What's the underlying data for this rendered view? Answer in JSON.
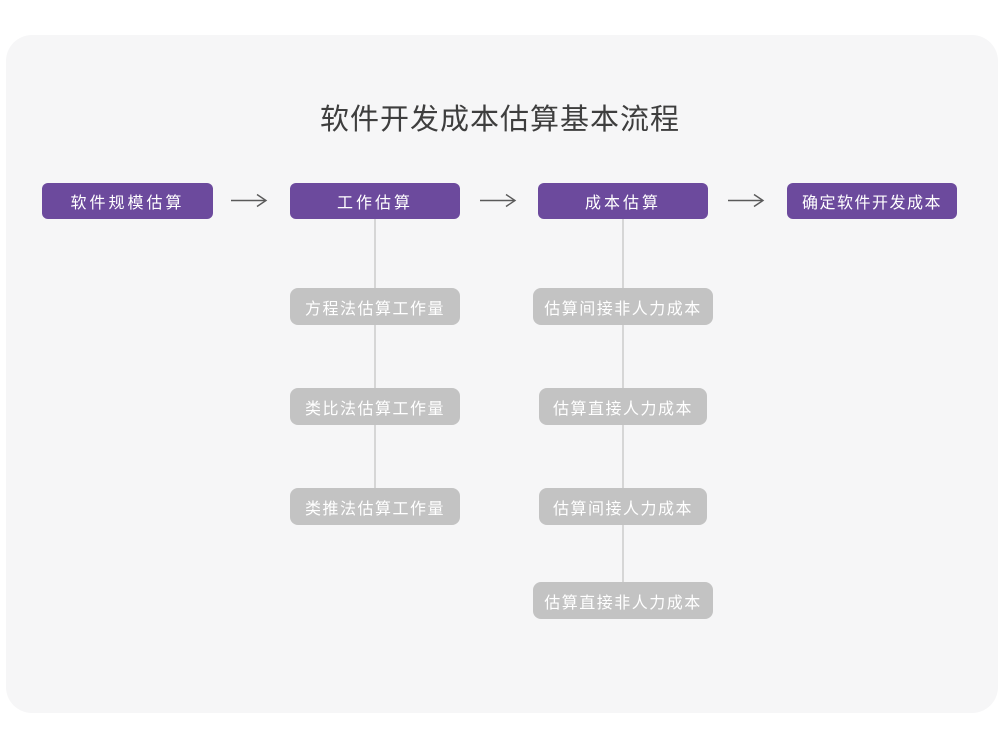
{
  "title": "软件开发成本估算基本流程",
  "colors": {
    "purple": "#6c4a9d",
    "gray_box": "#c3c3c3",
    "line": "#d6d6d6",
    "arrow": "#5a5a5a",
    "title_text": "#3e3e3e",
    "box_text": "#ffffff",
    "card_bg": "#f6f6f7",
    "page_bg": "#ffffff"
  },
  "flow": {
    "main_steps": [
      "软件规模估算",
      "工作估算",
      "成本估算",
      "确定软件开发成本"
    ],
    "work_estimation_methods": [
      "方程法估算工作量",
      "类比法估算工作量",
      "类推法估算工作量"
    ],
    "cost_estimation_steps": [
      "估算间接非人力成本",
      "估算直接人力成本",
      "估算间接人力成本",
      "估算直接非人力成本"
    ]
  }
}
